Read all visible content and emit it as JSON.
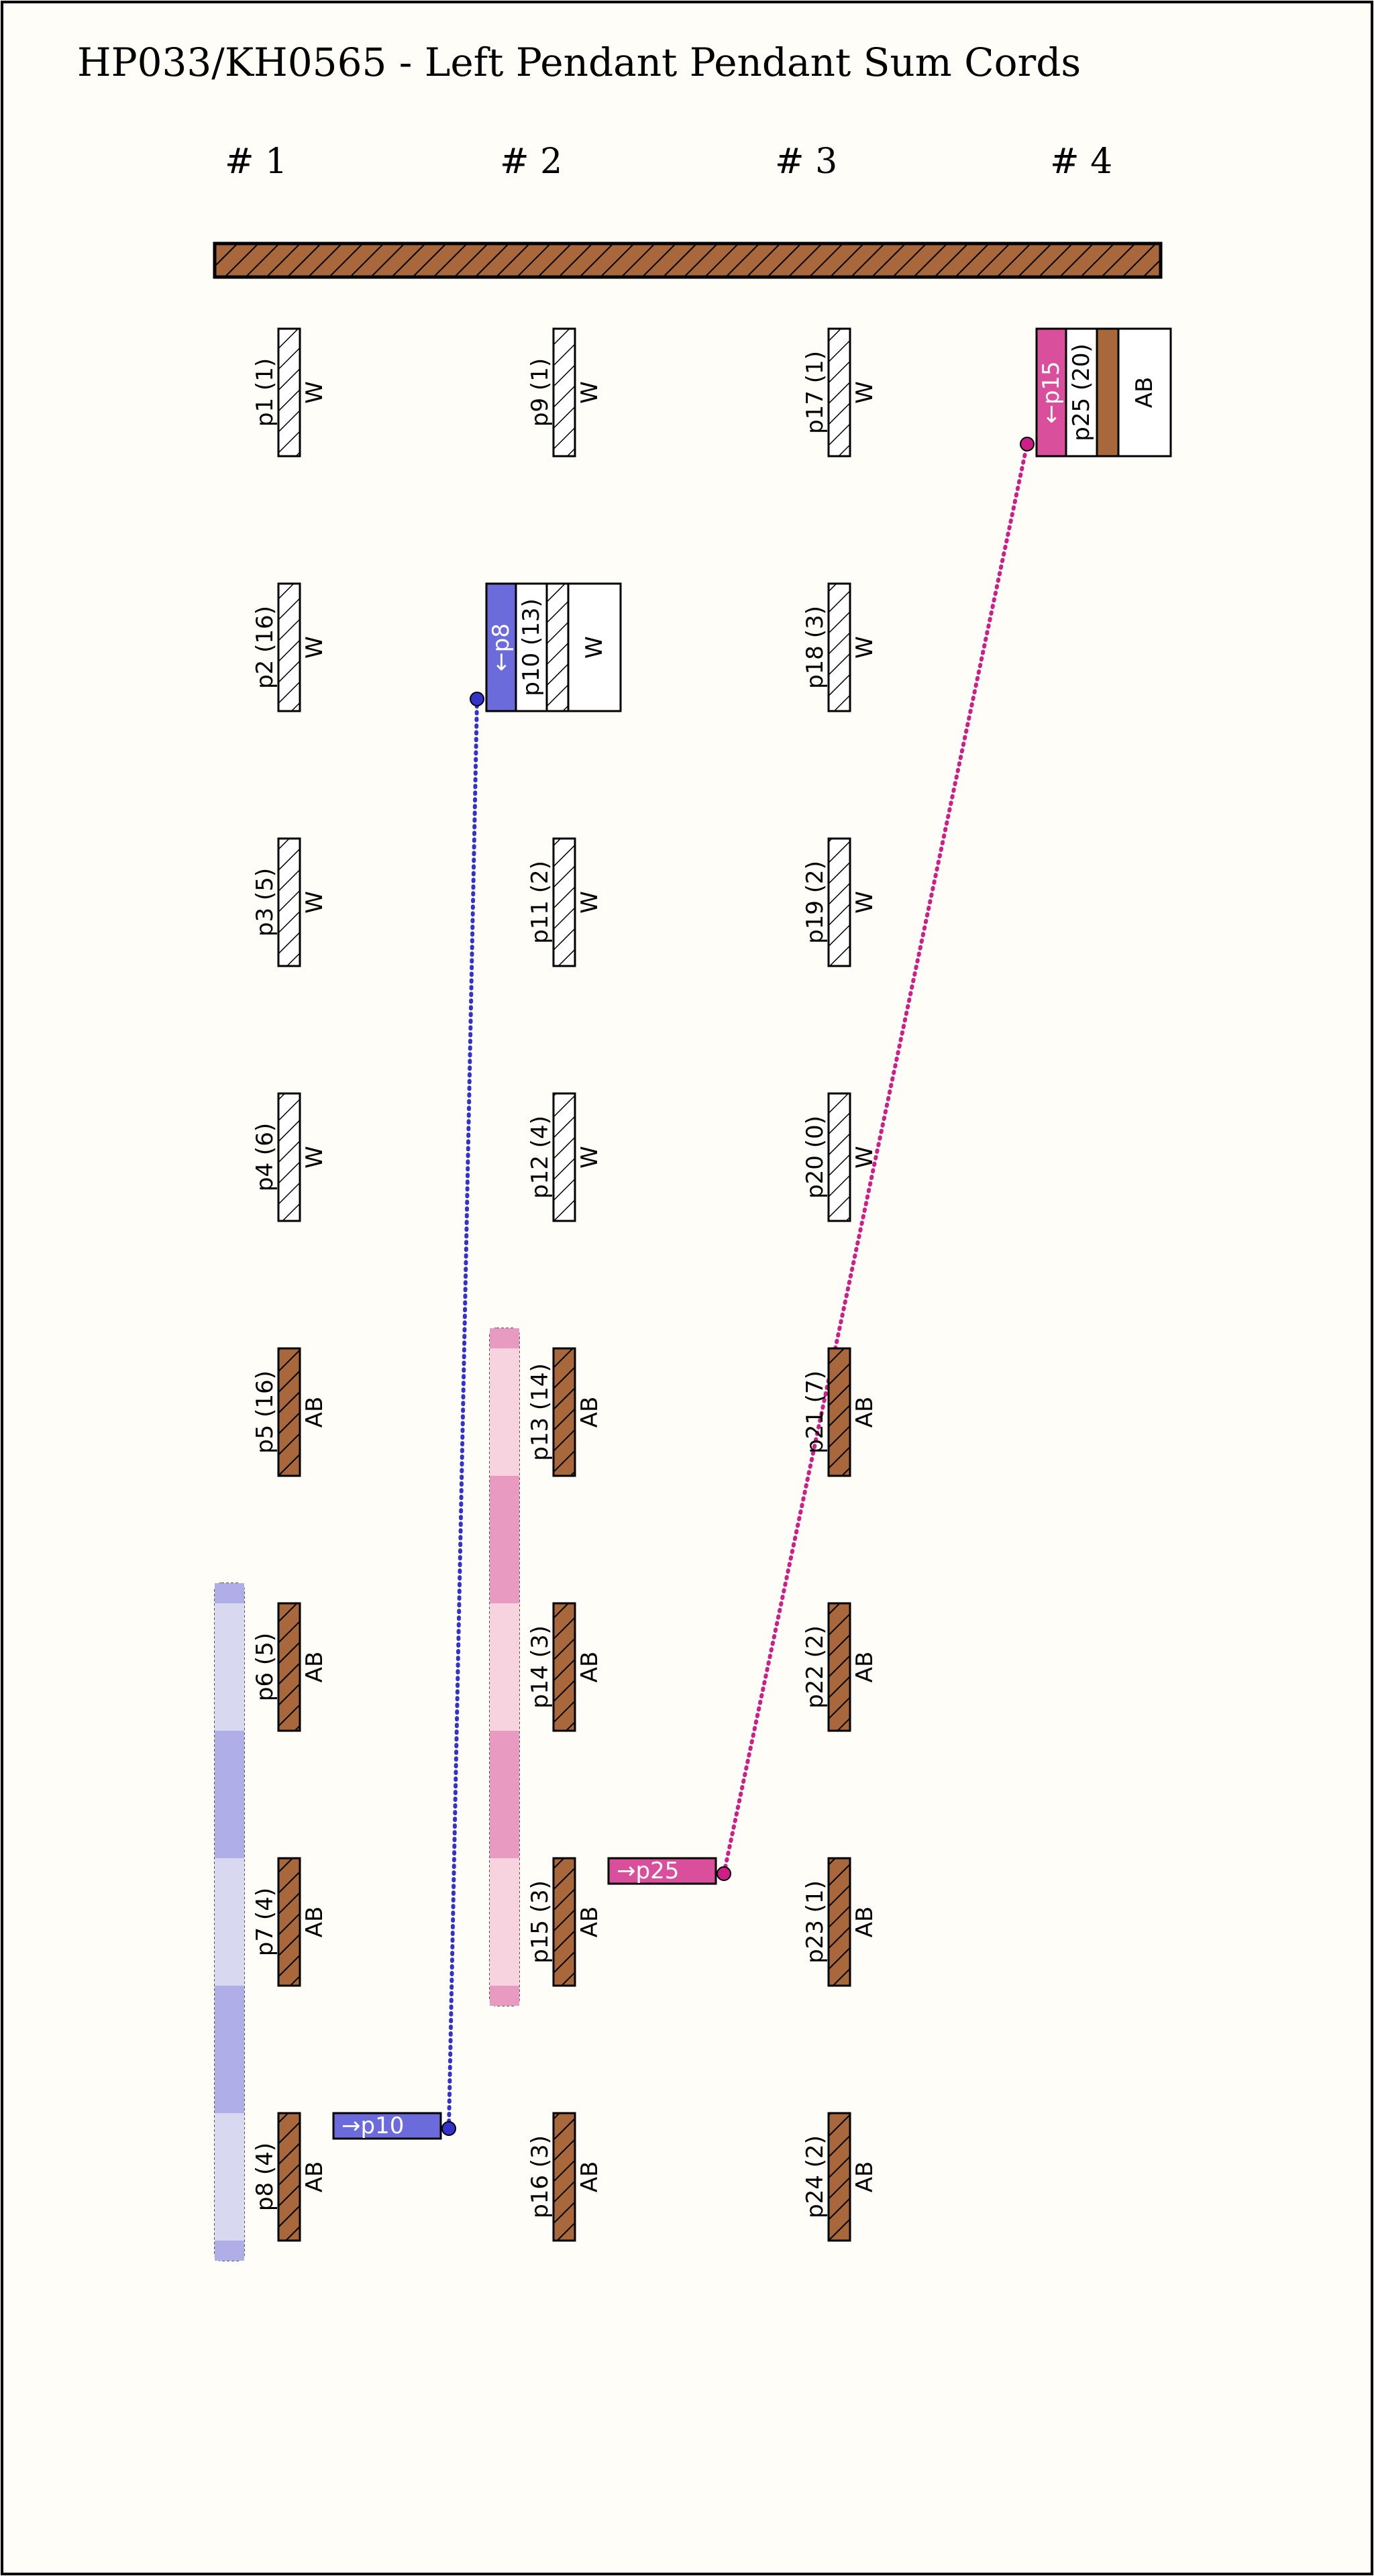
{
  "title": "HP033/KH0565 - Left Pendant Pendant Sum Cords",
  "colors": {
    "page_bg": "#fefdf8",
    "border": "#000000",
    "AB": "#a9683c",
    "W": "#ffffff",
    "sum_blue": "#6b6bdc",
    "sum_blue_light": "#d9d8f1",
    "sum_blue_mid": "#afaee6",
    "sum_pink": "#d94f9b",
    "sum_pink_light": "#f6d3df",
    "sum_pink_mid": "#e99ac0",
    "link_blue": "#3333cc",
    "link_pink": "#cc1f88"
  },
  "groups": [
    {
      "label": "# 1",
      "cords": [
        {
          "id": "p1",
          "label": "p1 (1)",
          "color": "W"
        },
        {
          "id": "p2",
          "label": "p2 (16)",
          "color": "W"
        },
        {
          "id": "p3",
          "label": "p3 (5)",
          "color": "W"
        },
        {
          "id": "p4",
          "label": "p4 (6)",
          "color": "W"
        },
        {
          "id": "p5",
          "label": "p5 (16)",
          "color": "AB"
        },
        {
          "id": "p6",
          "label": "p6 (5)",
          "color": "AB"
        },
        {
          "id": "p7",
          "label": "p7 (4)",
          "color": "AB"
        },
        {
          "id": "p8",
          "label": "p8 (4)",
          "color": "AB",
          "sum_tag": "→p10"
        }
      ]
    },
    {
      "label": "# 2",
      "cords": [
        {
          "id": "p9",
          "label": "p9 (1)",
          "color": "W"
        },
        {
          "id": "p10",
          "label": "p10 (13)",
          "color": "W",
          "sum_head": "←p8"
        },
        {
          "id": "p11",
          "label": "p11 (2)",
          "color": "W"
        },
        {
          "id": "p12",
          "label": "p12 (4)",
          "color": "W"
        },
        {
          "id": "p13",
          "label": "p13 (14)",
          "color": "AB"
        },
        {
          "id": "p14",
          "label": "p14 (3)",
          "color": "AB"
        },
        {
          "id": "p15",
          "label": "p15 (3)",
          "color": "AB",
          "sum_tag": "→p25"
        },
        {
          "id": "p16",
          "label": "p16 (3)",
          "color": "AB"
        }
      ]
    },
    {
      "label": "# 3",
      "cords": [
        {
          "id": "p17",
          "label": "p17 (1)",
          "color": "W"
        },
        {
          "id": "p18",
          "label": "p18 (3)",
          "color": "W"
        },
        {
          "id": "p19",
          "label": "p19 (2)",
          "color": "W"
        },
        {
          "id": "p20",
          "label": "p20 (0)",
          "color": "W"
        },
        {
          "id": "p21",
          "label": "p21 (7)",
          "color": "AB"
        },
        {
          "id": "p22",
          "label": "p22 (2)",
          "color": "AB"
        },
        {
          "id": "p23",
          "label": "p23 (1)",
          "color": "AB"
        },
        {
          "id": "p24",
          "label": "p24 (2)",
          "color": "AB"
        }
      ]
    },
    {
      "label": "# 4",
      "cords": [
        {
          "id": "p25",
          "label": "p25 (20)",
          "color": "AB",
          "sum_head": "←p15"
        }
      ]
    }
  ]
}
